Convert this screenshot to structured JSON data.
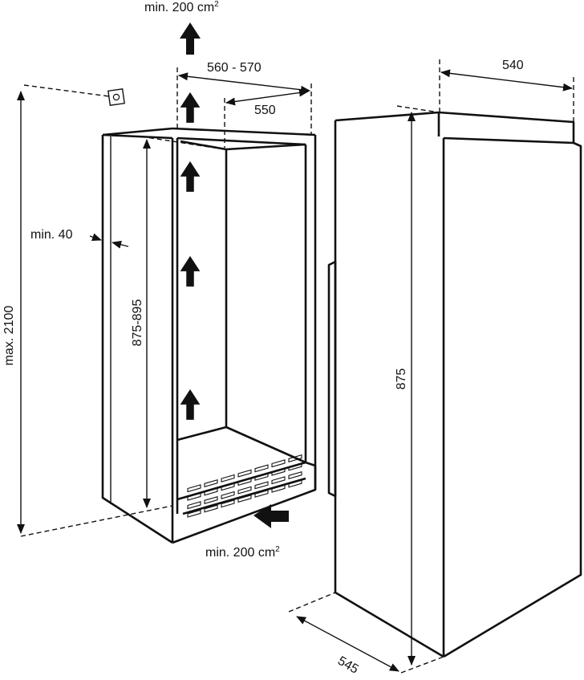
{
  "labels": {
    "vent_top": "min. 200 cm",
    "vent_top_sup": "2",
    "niche_width": "560 - 570",
    "inner_width": "550",
    "appliance_width": "540",
    "gap": "min. 40",
    "max_height": "max. 2100",
    "niche_height": "875-895",
    "appliance_height": "875",
    "vent_bottom": "min. 200 cm",
    "vent_bottom_sup": "2",
    "appliance_depth": "545"
  },
  "icons": {
    "socket": "power-socket-icon",
    "airflow": "airflow-arrow-icon"
  },
  "colors": {
    "line": "#111111",
    "background": "#ffffff"
  }
}
